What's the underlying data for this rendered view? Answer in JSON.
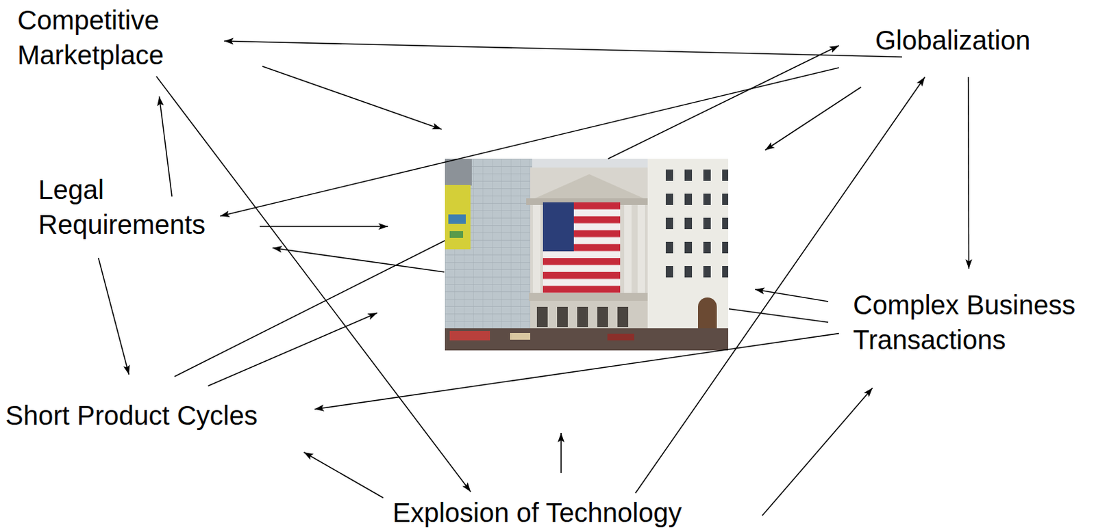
{
  "diagram": {
    "nodes": [
      {
        "text": [
          "Competitive Marketplace"
        ]
      },
      {
        "text": [
          "Globalization"
        ]
      },
      {
        "text": [
          "Legal Requirements"
        ]
      },
      {
        "text": [
          "Complex Business Transactions"
        ]
      },
      {
        "text": [
          "Short Product Cycles"
        ]
      },
      {
        "text": [
          "Explosion of Technology"
        ]
      }
    ],
    "edges": [
      {
        "from": 1,
        "to": 0,
        "arrow": "to"
      },
      {
        "from": 0,
        "to": 5,
        "arrow": "to"
      },
      {
        "from": 2,
        "to": 0,
        "arrow": "to"
      },
      {
        "from": 1,
        "to": 2,
        "arrow": "to"
      },
      {
        "from": 1,
        "to": 3,
        "arrow": "to"
      },
      {
        "from": 2,
        "to": 4,
        "arrow": "to"
      },
      {
        "from": 3,
        "to": 4,
        "arrow": "to"
      },
      {
        "from": 5,
        "to": 4,
        "arrow": "to"
      },
      {
        "from": 5,
        "to": 1,
        "arrow": "to"
      },
      {
        "from": 5,
        "to": 3,
        "arrow": "to"
      }
    ]
  }
}
